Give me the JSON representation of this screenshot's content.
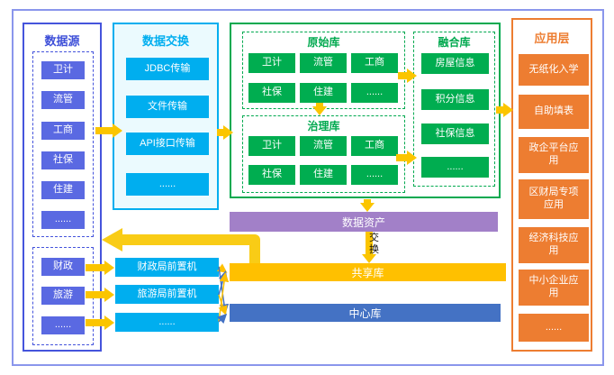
{
  "colors": {
    "accent_indigo": "#5A69E2",
    "accent_cyan": "#00AEEF",
    "accent_green": "#00AD50",
    "accent_orange": "#ED7D31",
    "bar_purple": "#A280C8",
    "bar_yellow": "#FFC000",
    "bar_blue": "#4472C4",
    "arrow_gold": "#FBC500",
    "frame_blue": "#8A96EC"
  },
  "datasource": {
    "title": "数据源",
    "group1": [
      "卫计",
      "流管",
      "工商",
      "社保",
      "住建",
      "......"
    ],
    "group2": [
      "财政",
      "旅游",
      "......"
    ]
  },
  "exchange": {
    "title": "数据交换",
    "items": [
      "JDBC传输",
      "文件传输",
      "API接口传输",
      "......"
    ]
  },
  "raw_library": {
    "title": "原始库",
    "items": [
      "卫计",
      "流管",
      "工商",
      "社保",
      "住建",
      "......"
    ]
  },
  "governance_library": {
    "title": "治理库",
    "items": [
      "卫计",
      "流管",
      "工商",
      "社保",
      "住建",
      "......"
    ]
  },
  "fusion_library": {
    "title": "融合库",
    "items": [
      "房屋信息",
      "积分信息",
      "社保信息",
      "......"
    ]
  },
  "application_layer": {
    "title": "应用层",
    "items": [
      "无纸化入学",
      "自助填表",
      "政企平台应用",
      "区财局专项应用",
      "经济科技应用",
      "中小企业应用",
      "......"
    ]
  },
  "frontend_machines": {
    "items": [
      "财政局前置机",
      "旅游局前置机",
      "......"
    ]
  },
  "bars": {
    "data_asset": "数据资产",
    "shared_library": "共享库",
    "center_library": "中心库"
  },
  "labels": {
    "exchange_flow": "交换"
  }
}
